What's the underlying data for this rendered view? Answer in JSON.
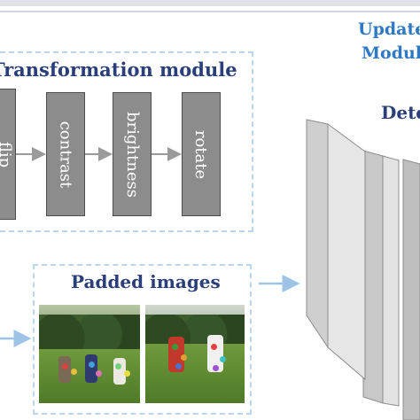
{
  "update_module": {
    "line1": "Update",
    "line2": "Module"
  },
  "transformation_module": {
    "title": "Transformation module",
    "steps": [
      "flip",
      "contrast",
      "brightness",
      "rotate"
    ]
  },
  "detector": {
    "title": "Dete"
  },
  "padded_images": {
    "title": "Padded images"
  },
  "colors": {
    "update_text": "#2f78c3",
    "title_text": "#2a3f7a",
    "dashed_border": "#b9d6ee",
    "arrow": "#9dc3e6",
    "step_fill": "#8c8c8c",
    "layer_face": "#d9d9d9"
  }
}
